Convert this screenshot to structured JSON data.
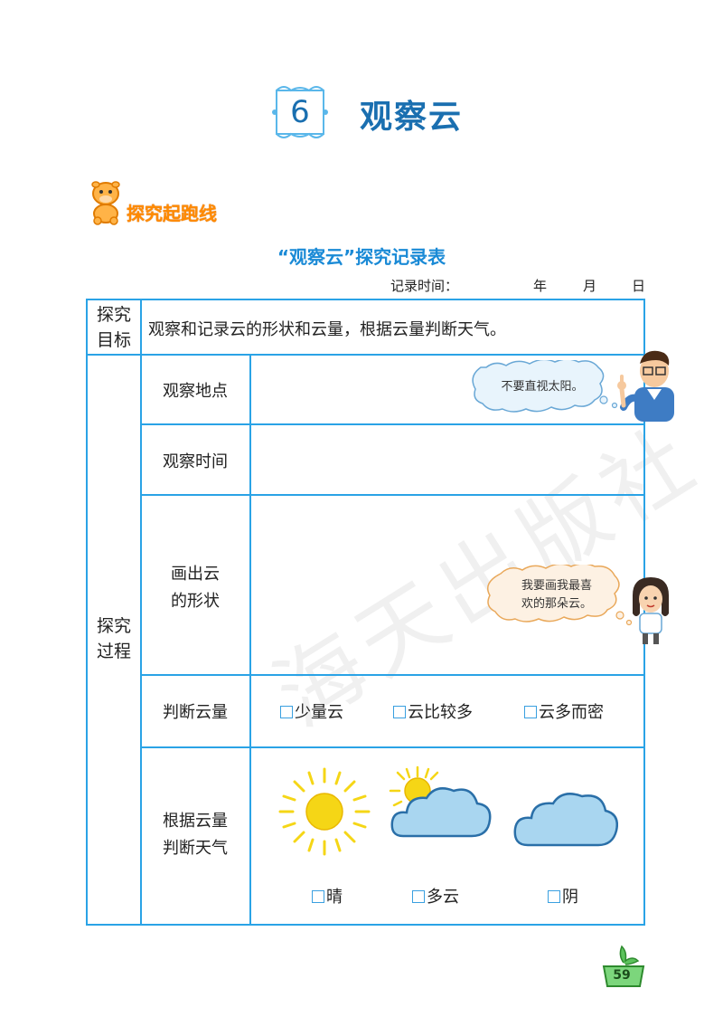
{
  "header": {
    "lesson_number": "6",
    "title": "观察云"
  },
  "section_badge": "探究起跑线",
  "table_caption": "“观察云”探究记录表",
  "record_time": {
    "label": "记录时间：",
    "year": "年",
    "month": "月",
    "day": "日"
  },
  "table": {
    "goal_header": "探究目标",
    "goal_header_lines": [
      "探究",
      "目标"
    ],
    "goal_text": "观察和记录云的形状和云量，根据云量判断天气。",
    "process_header_lines": [
      "探究",
      "过程"
    ],
    "rows": {
      "location": "观察地点",
      "time": "观察时间",
      "draw_lines": [
        "画出云",
        "的形状"
      ],
      "judge_amount": "判断云量",
      "judge_weather_lines": [
        "根据云量",
        "判断天气"
      ]
    },
    "amount_options": [
      "少量云",
      "云比较多",
      "云多而密"
    ],
    "weather_options": [
      "晴",
      "多云",
      "阴"
    ]
  },
  "bubbles": {
    "teacher": "不要直视太阳。",
    "girl_lines": [
      "我要画我最喜",
      "欢的那朵云。"
    ]
  },
  "watermark": "海天出版社",
  "page_number": "59",
  "colors": {
    "title_blue": "#1a6fb0",
    "table_border": "#2aa3e6",
    "badge_orange": "#ff8a00",
    "sun_yellow": "#f5d616",
    "cloud_blue": "#a9d6f0"
  }
}
